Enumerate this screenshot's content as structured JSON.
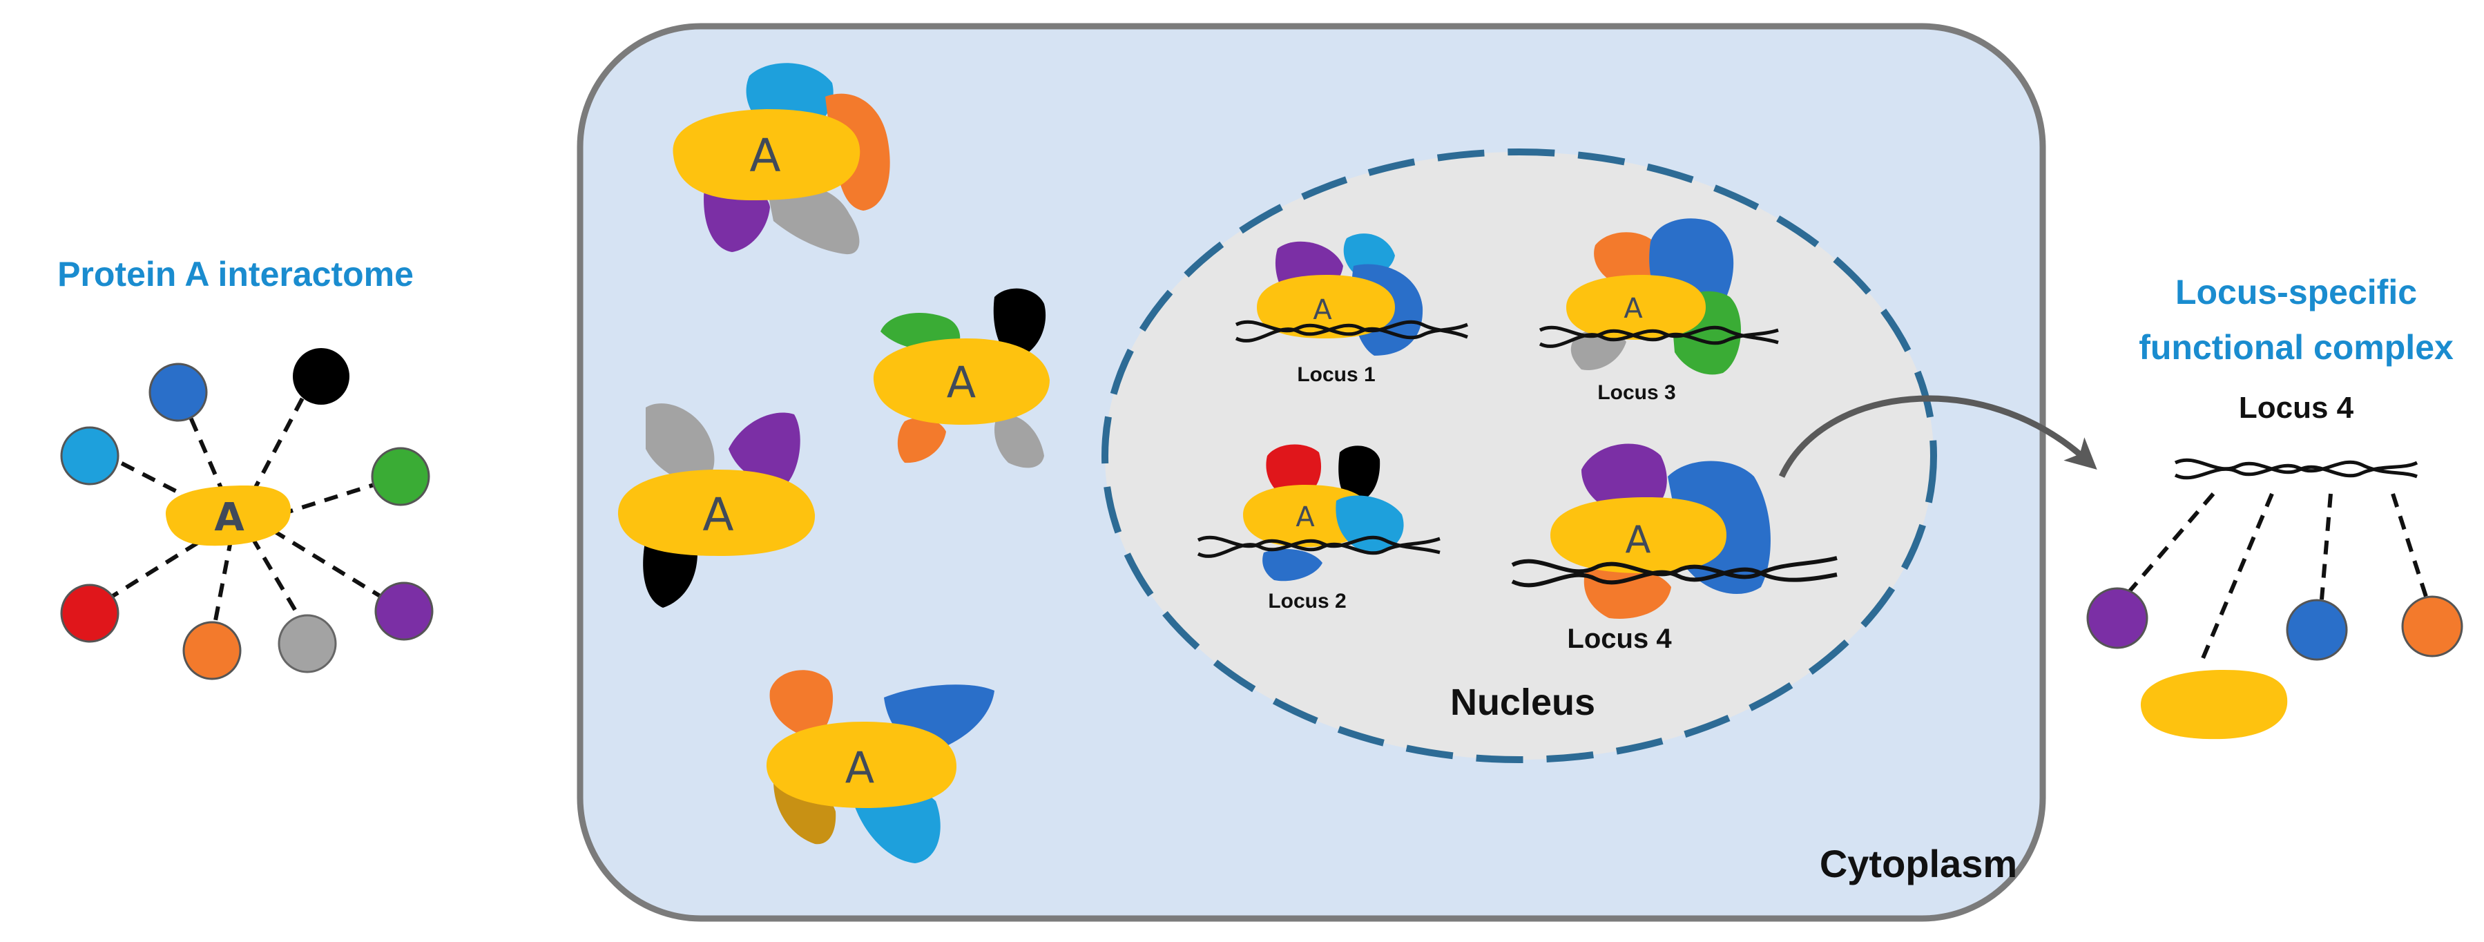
{
  "left_panel": {
    "title": "Protein A interactome",
    "hub_label": "A",
    "partners": [
      {
        "name": "light-blue",
        "color": "#1ea0dc"
      },
      {
        "name": "blue",
        "color": "#2a6fc9"
      },
      {
        "name": "black",
        "color": "#000000"
      },
      {
        "name": "green",
        "color": "#3aac35"
      },
      {
        "name": "purple",
        "color": "#7b2fa5"
      },
      {
        "name": "gray",
        "color": "#a3a3a3"
      },
      {
        "name": "orange",
        "color": "#f37a2c"
      },
      {
        "name": "red",
        "color": "#e0161b"
      }
    ]
  },
  "cell": {
    "cytoplasm_label": "Cytoplasm",
    "nucleus_label": "Nucleus",
    "protein_label": "A",
    "loci": [
      {
        "label": "Locus 1"
      },
      {
        "label": "Locus 3"
      },
      {
        "label": "Locus 2"
      },
      {
        "label": "Locus 4"
      }
    ]
  },
  "right_panel": {
    "title_line1": "Locus-specific",
    "title_line2": "functional complex",
    "locus_label": "Locus 4"
  },
  "colors": {
    "protein_a": "#fec20f",
    "cell_fill": "#d6e3f3",
    "cell_border": "#7b7b7b",
    "nucleus_fill": "#e6e6e6",
    "nucleus_border": "#2d6b95",
    "title_blue": "#1a8ccf"
  }
}
